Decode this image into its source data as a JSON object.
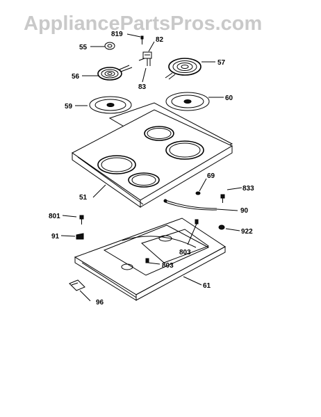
{
  "watermark": "AppliancePartsPros.com",
  "callouts": {
    "p819": "819",
    "p82": "82",
    "p55": "55",
    "p57": "57",
    "p56": "56",
    "p83": "83",
    "p59": "59",
    "p60": "60",
    "p69": "69",
    "p833": "833",
    "p51": "51",
    "p90": "90",
    "p801": "801",
    "p922": "922",
    "p91": "91",
    "p803a": "803",
    "p803b": "803",
    "p61": "61",
    "p96": "96"
  }
}
